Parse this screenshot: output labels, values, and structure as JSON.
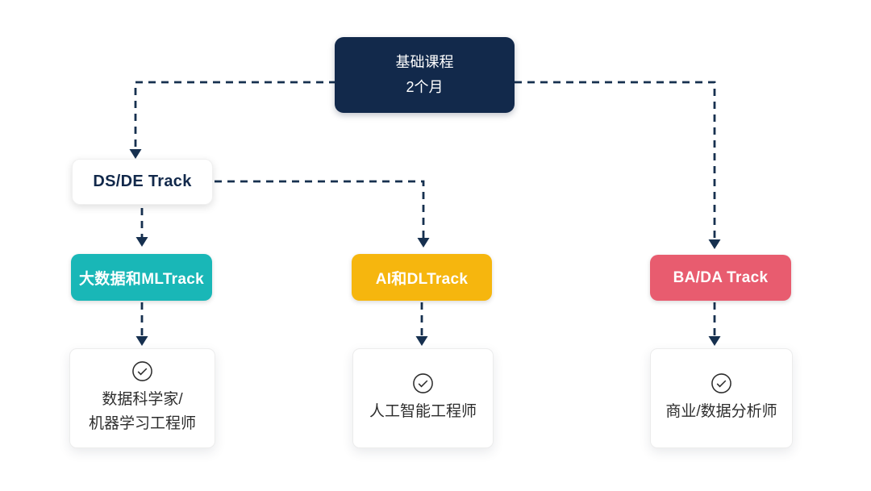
{
  "colors": {
    "navy": "#12294b",
    "connector": "#16304f",
    "teal": "#19b7b7",
    "yellow": "#f6b60e",
    "red": "#e85c6f",
    "text": "#2d2d2d"
  },
  "nodes": {
    "foundation": {
      "line1": "基础课程",
      "line2": "2个月"
    },
    "dsde": {
      "label": "DS/DE Track"
    },
    "bigdata_ml": {
      "label": "大数据和MLTrack"
    },
    "ai_dl": {
      "label": "AI和DLTrack"
    },
    "ba_da": {
      "label": "BA/DA Track"
    },
    "outcome_ml": {
      "icon": "check-circle-icon",
      "text": "数据科学家/\n机器学习工程师"
    },
    "outcome_ai": {
      "icon": "check-circle-icon",
      "text": "人工智能工程师"
    },
    "outcome_ba": {
      "icon": "check-circle-icon",
      "text": "商业/数据分析师"
    }
  }
}
